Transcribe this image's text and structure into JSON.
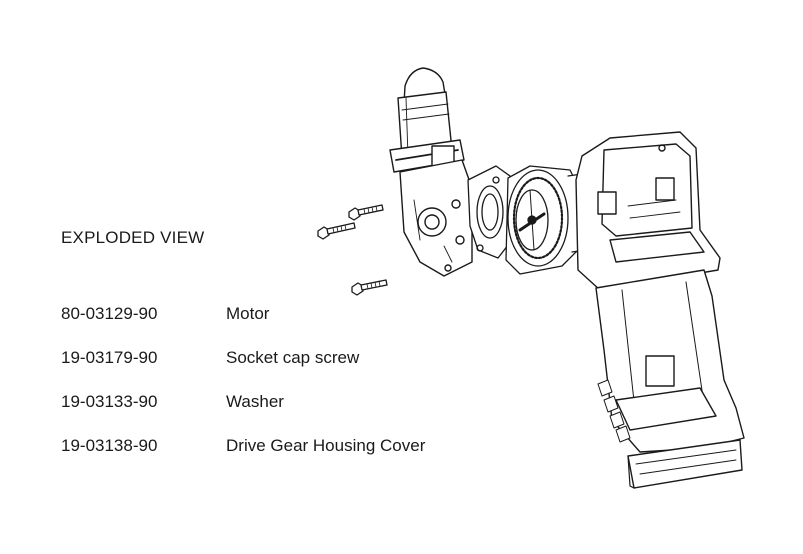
{
  "diagram": {
    "title": "EXPLODED VIEW",
    "parts": [
      {
        "number": "80-03129-90",
        "description": "Motor"
      },
      {
        "number": "19-03179-90",
        "description": "Socket cap screw"
      },
      {
        "number": "19-03133-90",
        "description": "Washer"
      },
      {
        "number": "19-03138-90",
        "description": "Drive Gear Housing Cover"
      }
    ]
  }
}
